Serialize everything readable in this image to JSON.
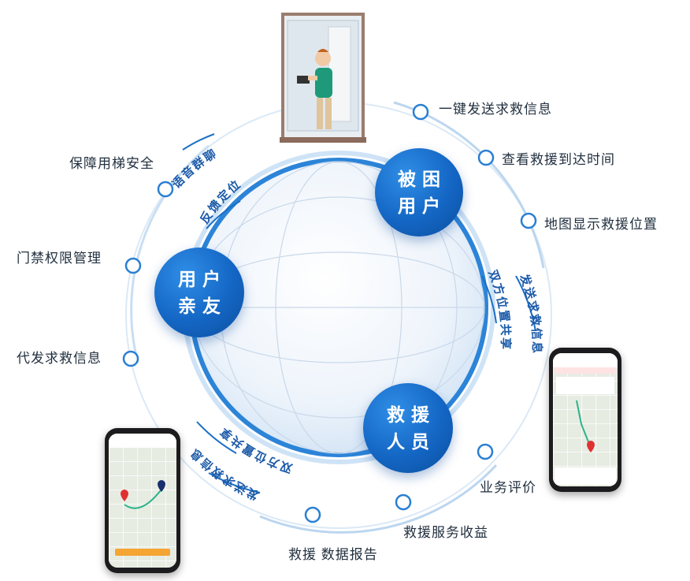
{
  "nodes": {
    "trapped_user": [
      "被困",
      "用户"
    ],
    "family": [
      "用户",
      "亲友"
    ],
    "rescuer": [
      "救援",
      "人员"
    ]
  },
  "arc_labels": {
    "voice_group_chat": "语音群聊",
    "feedback_location": "反馈定位",
    "send_help_info_right": "发送求救信息",
    "shared_location_right": "双方位置共享",
    "send_help_info_bottom": "发送求救信息",
    "shared_location_bottom": "双方位置共享"
  },
  "features": {
    "one_key_help": "一键发送求救信息",
    "check_arrival_time": "查看救援到达时间",
    "map_position": "地图显示救援位置",
    "service_rating": "业务评价",
    "service_income": "救援服务收益",
    "data_report": "救援 数据报告",
    "elevator_safety": "保障用梯安全",
    "access_control": "门禁权限管理",
    "send_help_proxy": "代发求救信息"
  },
  "colors": {
    "accent": "#1466c4",
    "ring": "#cfe3f6",
    "text": "#22303f"
  }
}
